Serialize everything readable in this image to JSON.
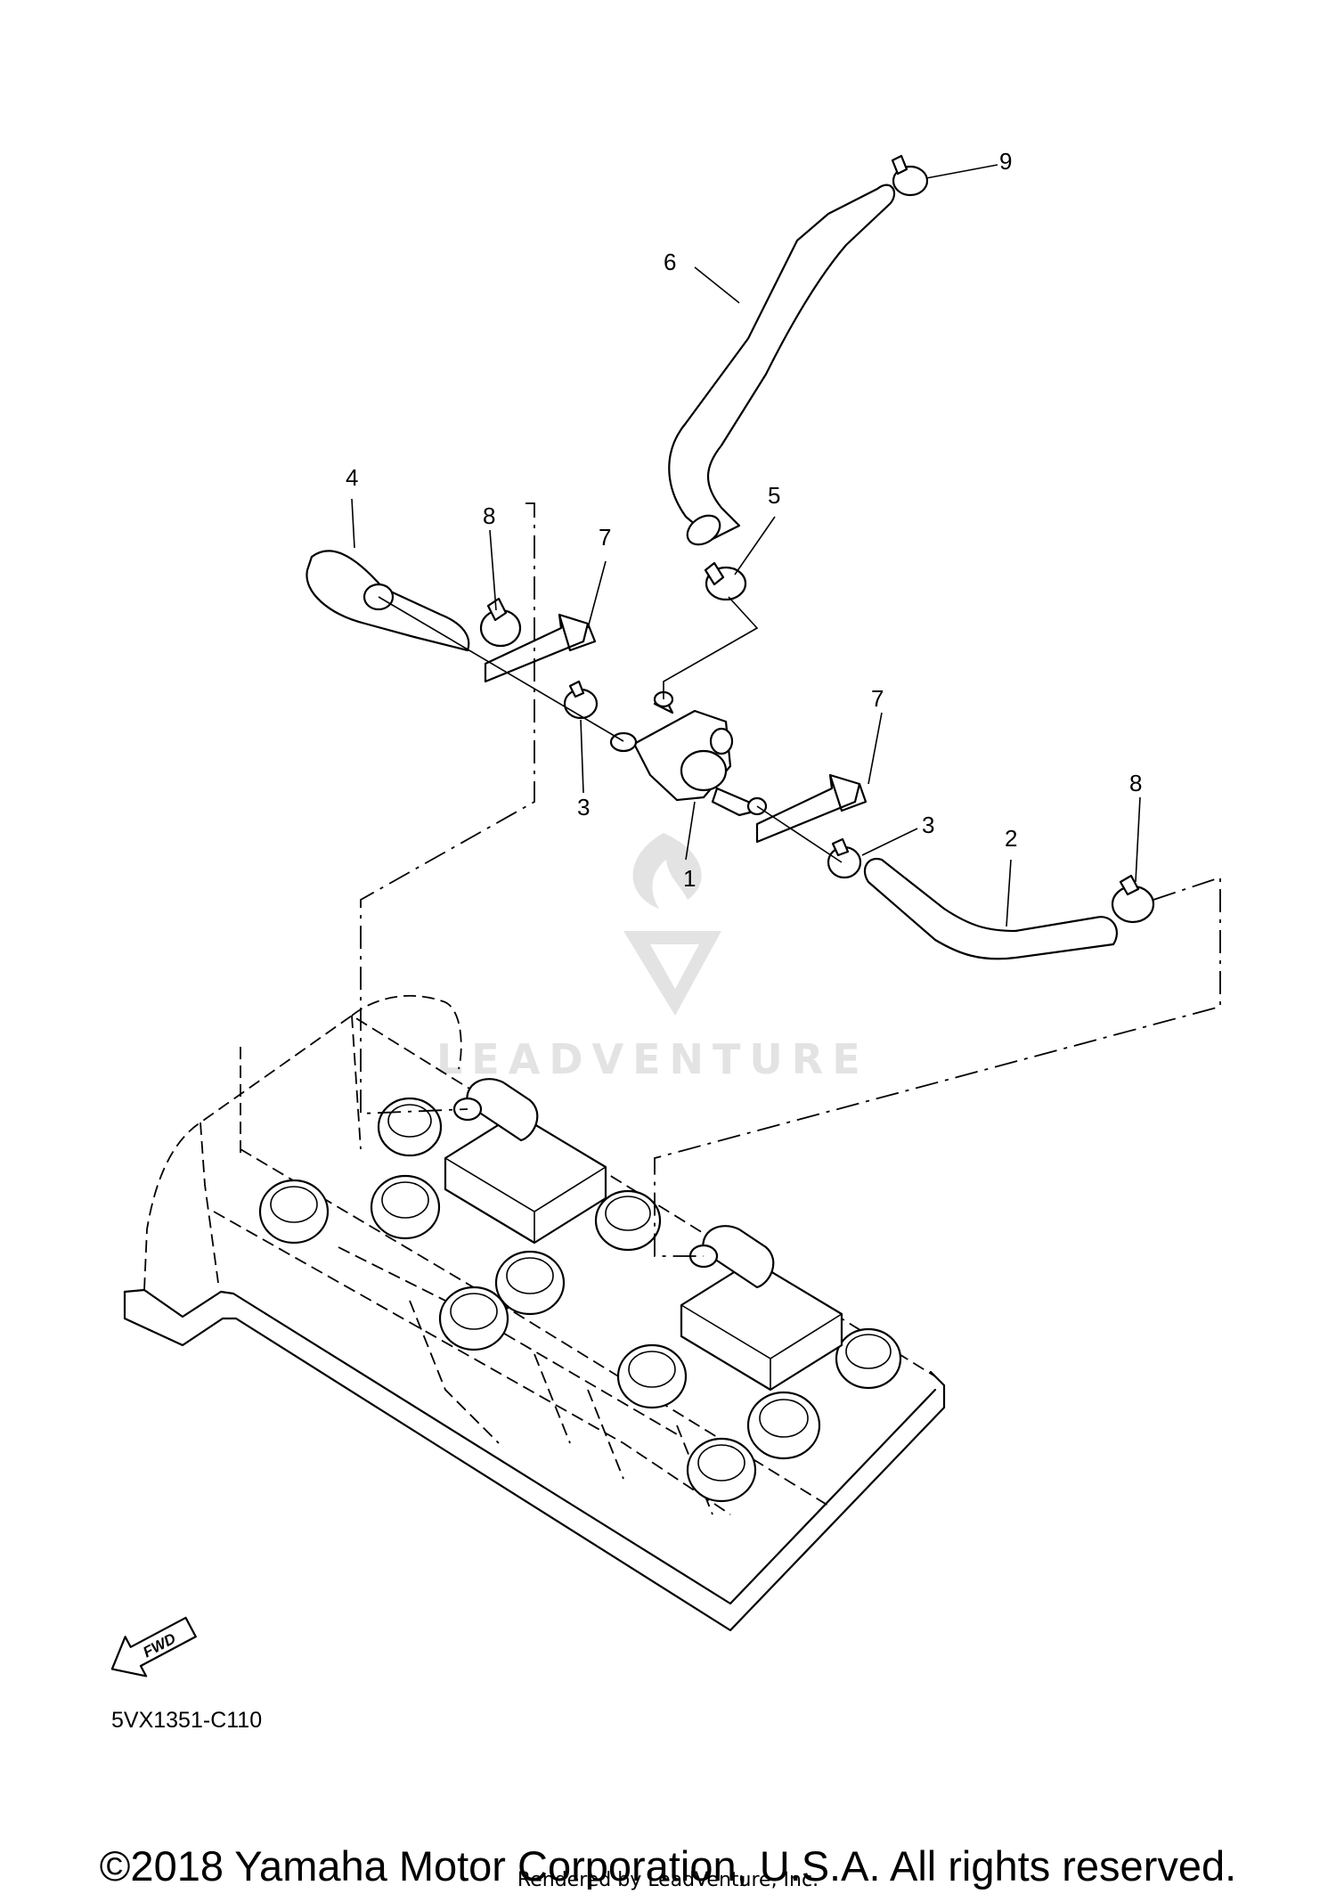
{
  "diagram": {
    "callouts": [
      {
        "id": "1",
        "label": "1"
      },
      {
        "id": "2",
        "label": "2"
      },
      {
        "id": "3a",
        "label": "3"
      },
      {
        "id": "3b",
        "label": "3"
      },
      {
        "id": "4",
        "label": "4"
      },
      {
        "id": "5",
        "label": "5"
      },
      {
        "id": "6",
        "label": "6"
      },
      {
        "id": "7a",
        "label": "7"
      },
      {
        "id": "7b",
        "label": "7"
      },
      {
        "id": "8a",
        "label": "8"
      },
      {
        "id": "8b",
        "label": "8"
      },
      {
        "id": "9",
        "label": "9"
      }
    ],
    "fwd_label": "FWD",
    "watermark_text": "LEADVENTURE"
  },
  "reference_code": "5VX1351-C110",
  "copyright": "©2018 Yamaha Motor Corporation, U.S.A. All rights reserved.",
  "rendered_by": "Rendered by LeadVenture, Inc."
}
